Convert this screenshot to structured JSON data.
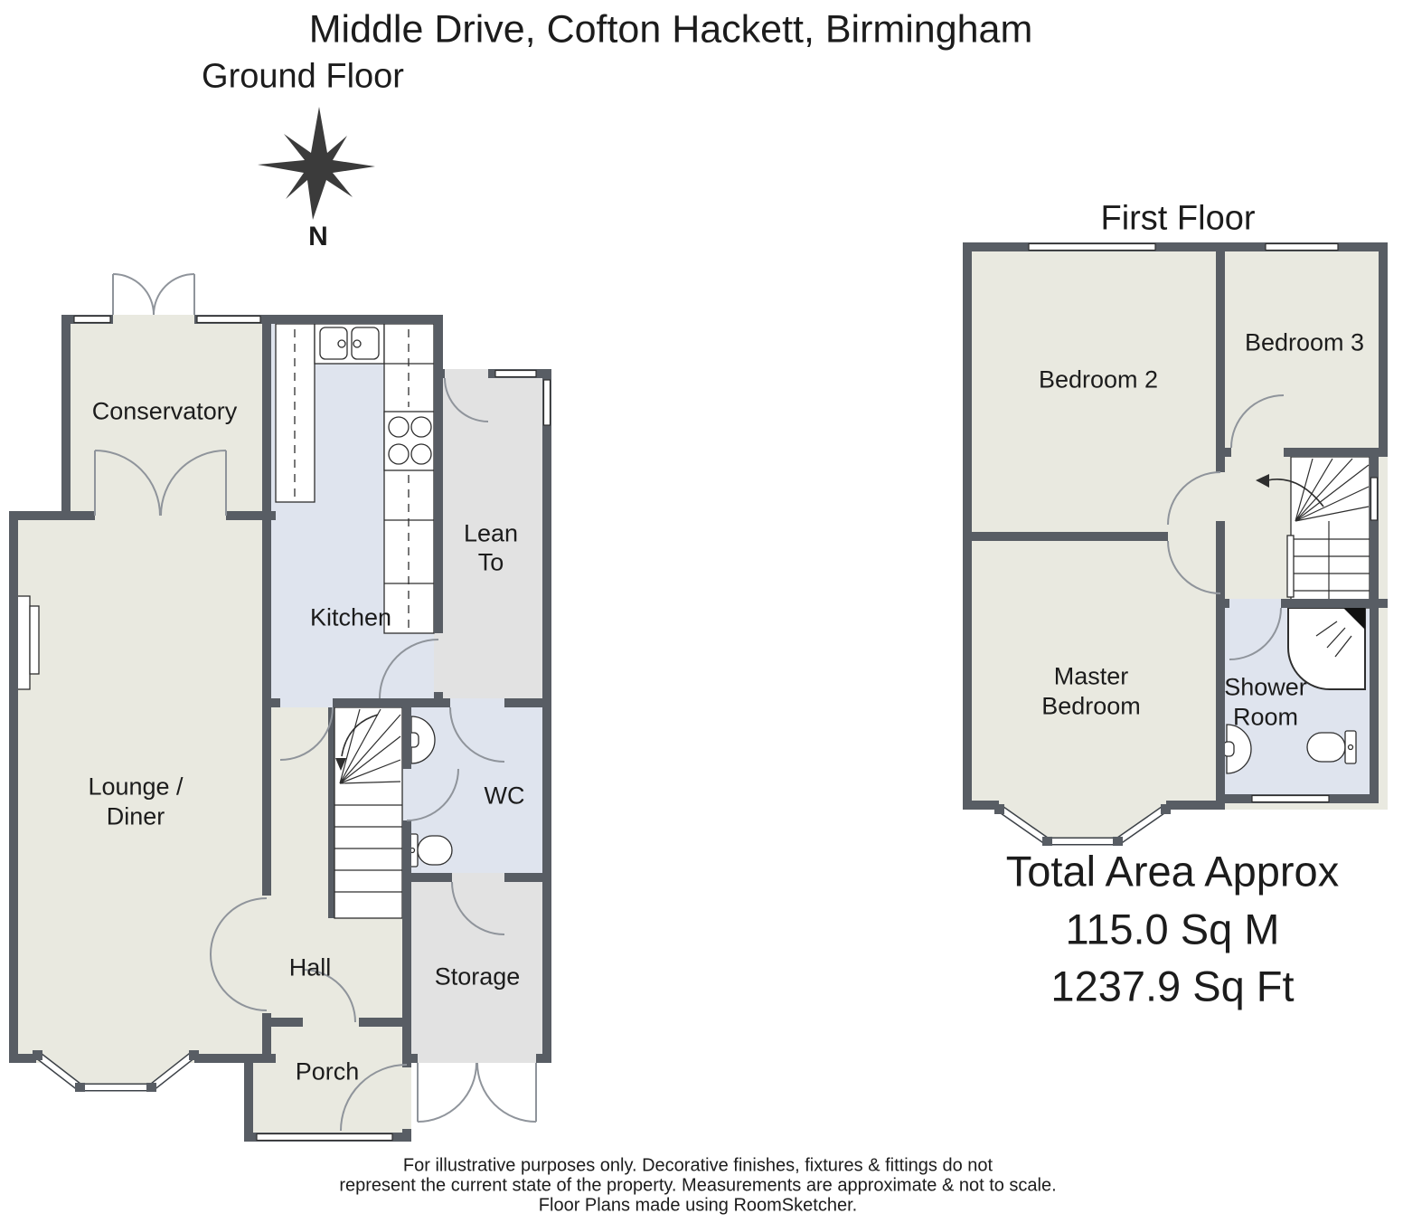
{
  "title": "Middle Drive, Cofton Hackett, Birmingham",
  "ground_floor": {
    "heading": "Ground Floor",
    "compass_label": "N",
    "rooms": {
      "conservatory": "Conservatory",
      "kitchen": "Kitchen",
      "lean_to_1": "Lean",
      "lean_to_2": "To",
      "lounge_1": "Lounge /",
      "lounge_2": "Diner",
      "wc": "WC",
      "hall": "Hall",
      "storage": "Storage",
      "porch": "Porch"
    }
  },
  "first_floor": {
    "heading": "First Floor",
    "rooms": {
      "bedroom2": "Bedroom 2",
      "bedroom3": "Bedroom 3",
      "master_1": "Master",
      "master_2": "Bedroom",
      "shower_1": "Shower",
      "shower_2": "Room"
    }
  },
  "total_area": {
    "line1": "Total Area Approx",
    "line2": "115.0 Sq M",
    "line3": "1237.9 Sq Ft"
  },
  "footer": {
    "line1": "For illustrative purposes only. Decorative finishes, fixtures & fittings do not",
    "line2": "represent the current state of the property. Measurements are approximate & not to scale.",
    "line3": "Floor Plans made using RoomSketcher."
  },
  "colors": {
    "wall": "#585d64",
    "cream": "#e9e9e0",
    "blue": "#dfe4ee",
    "gray": "#e2e2e2",
    "door": "#8f949b"
  }
}
